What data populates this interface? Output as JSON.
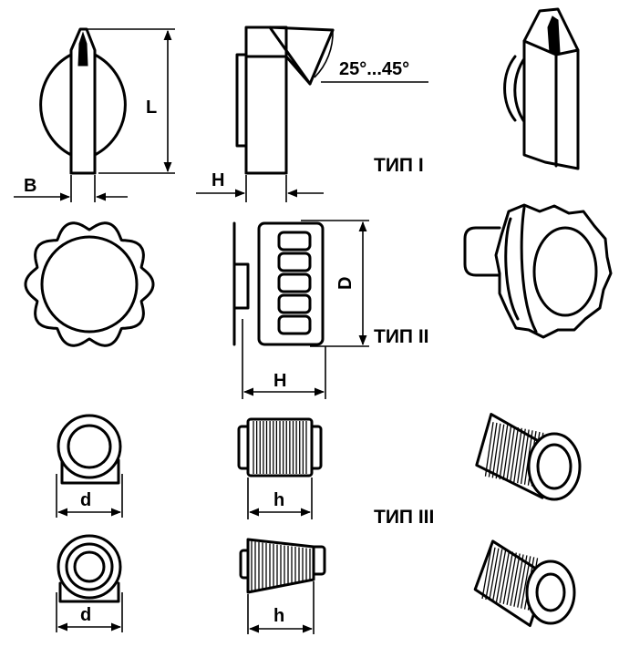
{
  "labels": {
    "type1": "ТИП I",
    "type2": "ТИП II",
    "type3": "ТИП III",
    "angle": "25°...45°",
    "L": "L",
    "B": "B",
    "H1": "H",
    "H2": "H",
    "D": "D",
    "d1": "d",
    "d2": "d",
    "h1": "h",
    "h2": "h"
  },
  "colors": {
    "ink": "#000000",
    "paper": "#ffffff"
  }
}
